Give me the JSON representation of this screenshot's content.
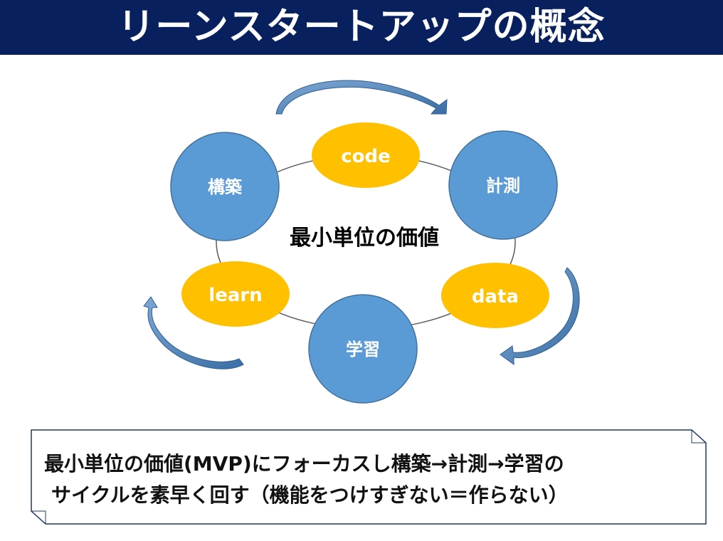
{
  "title": "リーンスタートアップの概念",
  "center_label": "最小単位の価値",
  "nodes": {
    "build": "構築",
    "measure": "計測",
    "learn_jp": "学習",
    "code": "code",
    "data": "data",
    "learn_en": "learn"
  },
  "colors": {
    "title_bg": "#08215e",
    "blue_node": "#5b9bd5",
    "yellow_node": "#ffc000",
    "arrow": "#3d73a8"
  },
  "caption": {
    "line1": "最小単位の価値(MVP)にフォーカスし構築→計測→学習の",
    "line2": "サイクルを素早く回す（機能をつけすぎない＝作らない）"
  }
}
